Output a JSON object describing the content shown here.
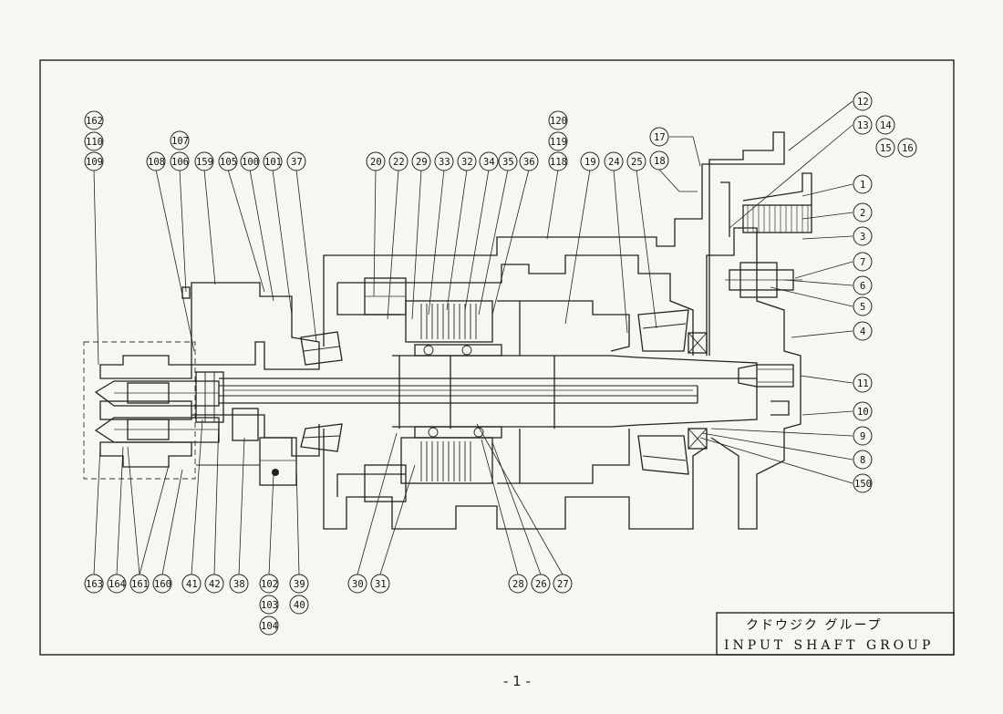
{
  "title_block": {
    "jp": "クドウジク グループ",
    "en": "INPUT SHAFT GROUP"
  },
  "page_number": "- 1 -",
  "callouts_top_left": [
    "162",
    "110",
    "109",
    "107",
    "108",
    "106",
    "159",
    "105",
    "100",
    "101",
    "37"
  ],
  "callouts_top_center": [
    "20",
    "22",
    "29",
    "33",
    "32",
    "34",
    "35",
    "36",
    "120",
    "119",
    "118",
    "19",
    "24",
    "25"
  ],
  "callouts_top_right": [
    "17",
    "18",
    "12",
    "13",
    "14",
    "15",
    "16"
  ],
  "callouts_right": [
    "1",
    "2",
    "3",
    "7",
    "6",
    "5",
    "4",
    "11",
    "10",
    "9",
    "8",
    "150"
  ],
  "callouts_bottom": [
    "163",
    "164",
    "161",
    "160",
    "41",
    "42",
    "38",
    "102",
    "103",
    "104",
    "39",
    "40",
    "30",
    "31",
    "28",
    "26",
    "27"
  ],
  "colors": {
    "line": "#222222",
    "paper": "#f7f6f2"
  }
}
